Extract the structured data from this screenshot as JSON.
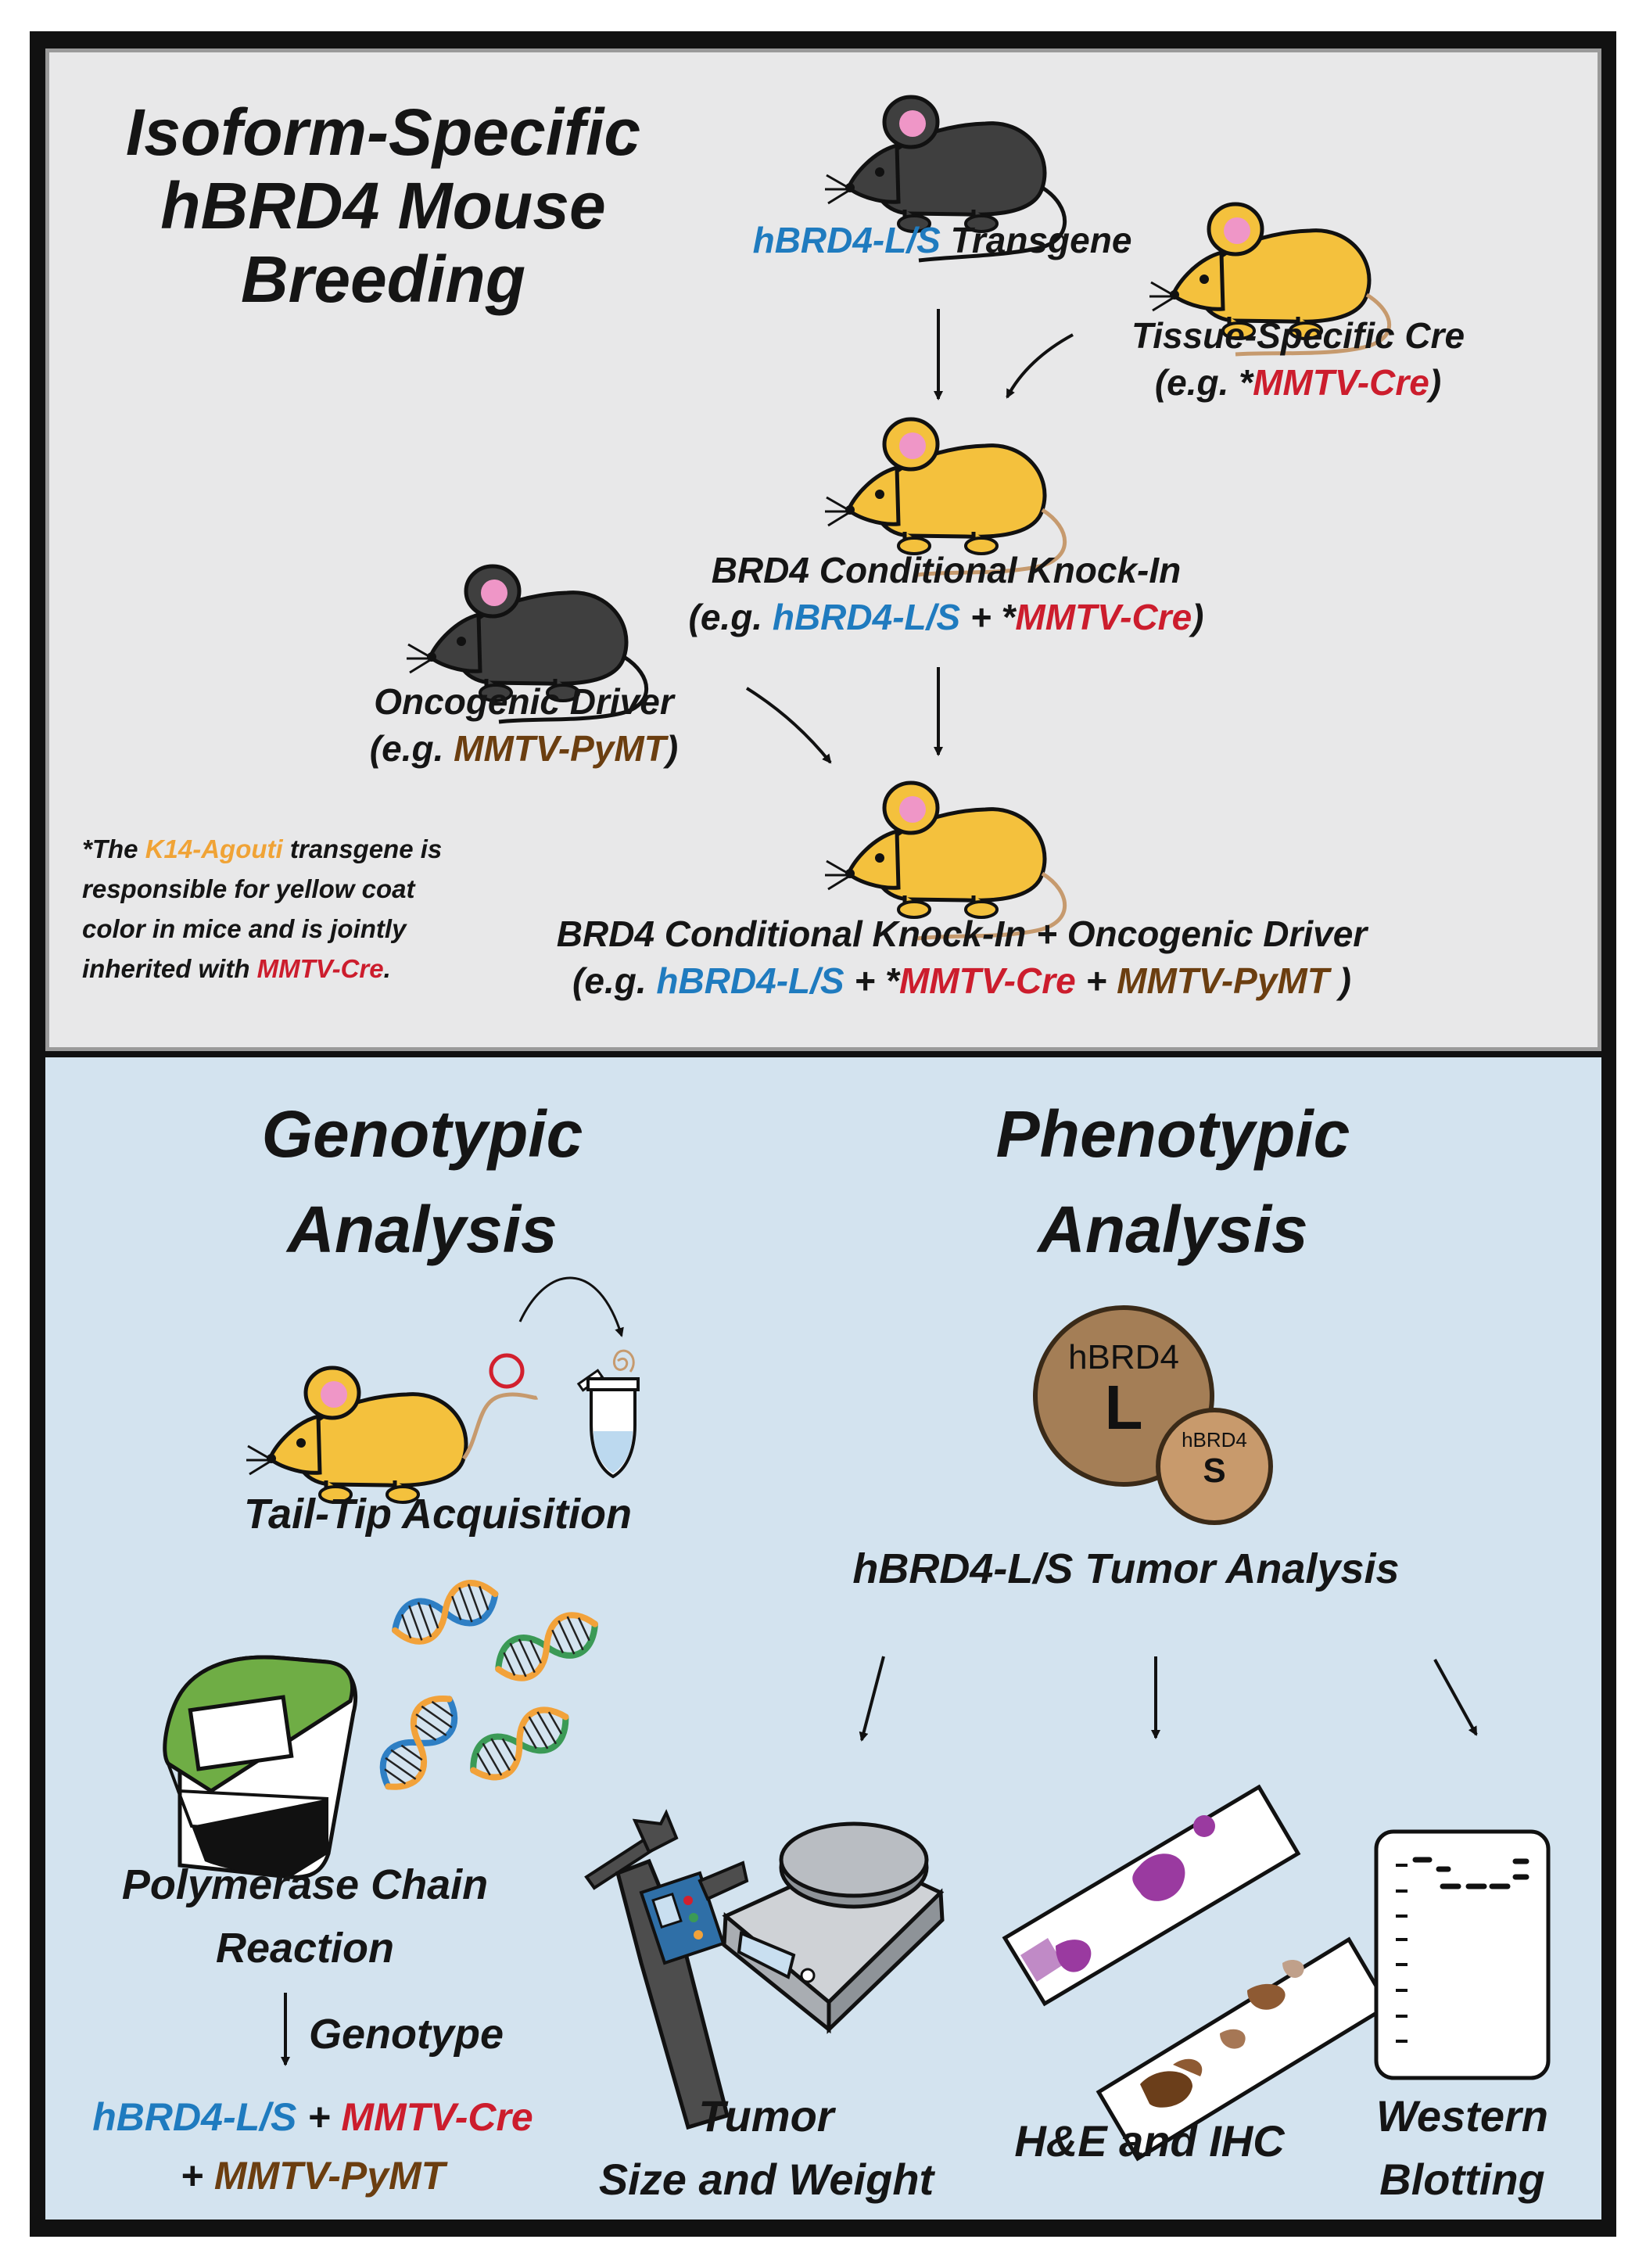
{
  "colors": {
    "blue": "#1f7bbf",
    "red": "#cc1d2d",
    "brown": "#6b3e10",
    "orange": "#f0a336",
    "yellow_mouse": "#f4c13d",
    "black_mouse": "#3f3f3f",
    "top_panel_bg": "#e8e8e9",
    "bottom_panel_bg": "#d3e3ef",
    "pcr_green": "#6fad45"
  },
  "top": {
    "title_lines": [
      "Isoform-Specific",
      "hBRD4 Mouse",
      "Breeding"
    ],
    "transgene": {
      "blue": "hBRD4-L/S",
      "rest": " Transgene"
    },
    "cre": {
      "line1": "Tissue-Specific Cre",
      "open": "(e.g. *",
      "red": "MMTV-Cre",
      "close": ")"
    },
    "knockin": {
      "line1": "BRD4 Conditional Knock-In",
      "open": "(e.g. ",
      "blue": "hBRD4-L/S",
      "plus": " + *",
      "red": "MMTV-Cre",
      "close": ")"
    },
    "driver": {
      "line1": "Oncogenic Driver",
      "open": "(e.g. ",
      "brown": "MMTV-PyMT",
      "close": ")"
    },
    "note": {
      "p1": "*The ",
      "orange": "K14-Agouti",
      "p2": " transgene is",
      "line2": "responsible for yellow coat",
      "line3": "color in mice and is jointly",
      "p4": "inherited with ",
      "red": "MMTV-Cre",
      "end": "."
    },
    "final": {
      "line1": "BRD4 Conditional Knock-In + Oncogenic Driver",
      "open": "(e.g. ",
      "blue": "hBRD4-L/S",
      "plus1": " + *",
      "red": "MMTV-Cre",
      "plus2": " + ",
      "brown": "MMTV-PyMT",
      "close": " )"
    }
  },
  "bottom": {
    "genotypic_title": [
      "Genotypic",
      "Analysis"
    ],
    "phenotypic_title": [
      "Phenotypic",
      "Analysis"
    ],
    "tail_tip": "Tail-Tip Acquisition",
    "pcr_lines": [
      "Polymerase Chain",
      "Reaction"
    ],
    "genotype": "Genotype",
    "result": {
      "blue": "hBRD4-L/S",
      "plus1": " + ",
      "red": "MMTV-Cre",
      "plus2": "+ ",
      "brown": "MMTV-PyMT"
    },
    "circle_large": {
      "small": "hBRD4",
      "big": "L"
    },
    "circle_small": {
      "small": "hBRD4",
      "big": "S"
    },
    "tumor_analysis": "hBRD4-L/S Tumor Analysis",
    "tumor_size": [
      "Tumor",
      "Size and Weight"
    ],
    "he_ihc": "H&E and IHC",
    "western": [
      "Western",
      "Blotting"
    ]
  }
}
